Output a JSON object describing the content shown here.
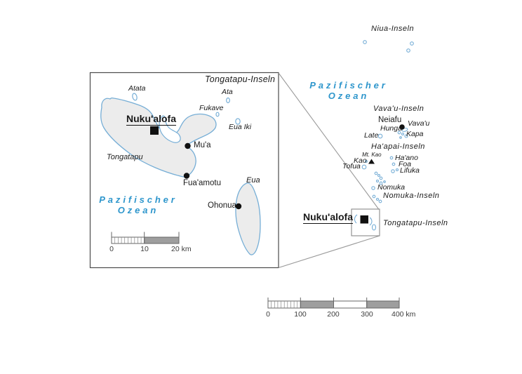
{
  "colors": {
    "island_outline": "#76aed6",
    "island_fill": "#ececec",
    "ocean_text_blue": "#2e96cc",
    "scale_gray_fill": "#9e9e9e",
    "frame_gray": "#4b4b4b",
    "connector_gray": "#9a9a9a",
    "marker_black": "#111111"
  },
  "detail_map": {
    "title": "Tongatapu-Inseln",
    "ocean_line1": "Pazifischer",
    "ocean_line2": "Ozean",
    "capital": "Nuku'alofa",
    "towns": {
      "mua": "Mu'a",
      "fuaamotu": "Fua'amotu",
      "ohonua": "Ohonua"
    },
    "islands": {
      "atata": "Atata",
      "ata": "Ata",
      "fukave": "Fukave",
      "eua_iki": "Eua Iki",
      "tongatapu": "Tongatapu",
      "eua": "Eua"
    },
    "scale": {
      "t0": "0",
      "t1": "10",
      "t2": "20 km"
    }
  },
  "overview_map": {
    "ocean_line1": "Pazifischer",
    "ocean_line2": "Ozean",
    "regions": {
      "niua": "Niua-Inseln",
      "vavau": "Vava'u-Inseln",
      "haapai": "Ha'apai-Inseln",
      "nomuka": "Nomuka-Inseln",
      "tongatapu": "Tongatapu-Inseln"
    },
    "capital": "Nuku'alofa",
    "towns": {
      "neiafu": "Neiafu"
    },
    "peaks": {
      "mt_kao": "Mt. Kao"
    },
    "islands": {
      "vavau": "Vava'u",
      "hunga": "Hunga",
      "kapa": "Kapa",
      "late": "Late",
      "kao": "Kao",
      "tofua": "Tofua",
      "haano": "Ha'ano",
      "foa": "Foa",
      "lifuka": "Lifuka",
      "nomuka": "Nomuka"
    },
    "scale": {
      "t0": "0",
      "t1": "100",
      "t2": "200",
      "t3": "300",
      "t4": "400 km"
    }
  }
}
